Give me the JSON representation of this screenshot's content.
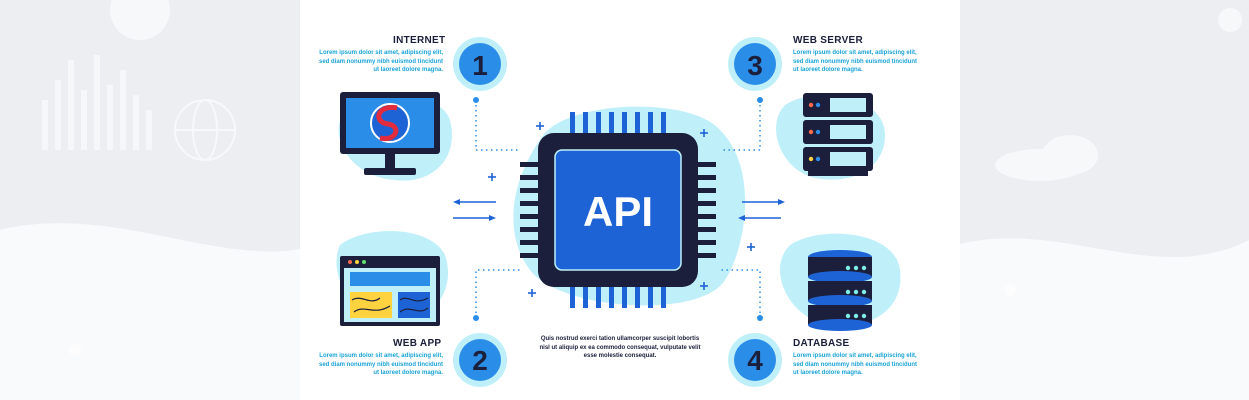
{
  "center": {
    "label": "API",
    "text": "Quis nostrud exerci tation ullamcorper suscipit lobortis nisl ut aliquip ex ea commodo consequat, vulputate velit esse molestie consequat."
  },
  "steps": [
    {
      "number": "1",
      "title": "INTERNET",
      "text": "Lorem ipsum dolor sit amet, adipiscing elit, sed diam nonummy nibh euismod tincidunt ut laoreet dolore magna."
    },
    {
      "number": "2",
      "title": "WEB APP",
      "text": "Lorem ipsum dolor sit amet, adipiscing elit, sed diam nonummy nibh euismod tincidunt ut laoreet dolore magna."
    },
    {
      "number": "3",
      "title": "WEB SERVER",
      "text": "Lorem ipsum dolor sit amet, adipiscing elit, sed diam nonummy nibh euismod tincidunt ut laoreet dolore magna."
    },
    {
      "number": "4",
      "title": "DATABASE",
      "text": "Lorem ipsum dolor sit amet, adipiscing elit, sed diam nonummy nibh euismod tincidunt ut laoreet dolore magna."
    }
  ],
  "colors": {
    "navy": "#1b1f3b",
    "blue": "#1e63d6",
    "cyan": "#19a3d8",
    "light": "#bff0fa",
    "badge": "#2a8ee8"
  },
  "icons": {
    "internet": "monitor-browser-icon",
    "webapp": "browser-window-icon",
    "webserver": "server-rack-icon",
    "database": "database-stack-icon",
    "api": "chip-icon"
  }
}
